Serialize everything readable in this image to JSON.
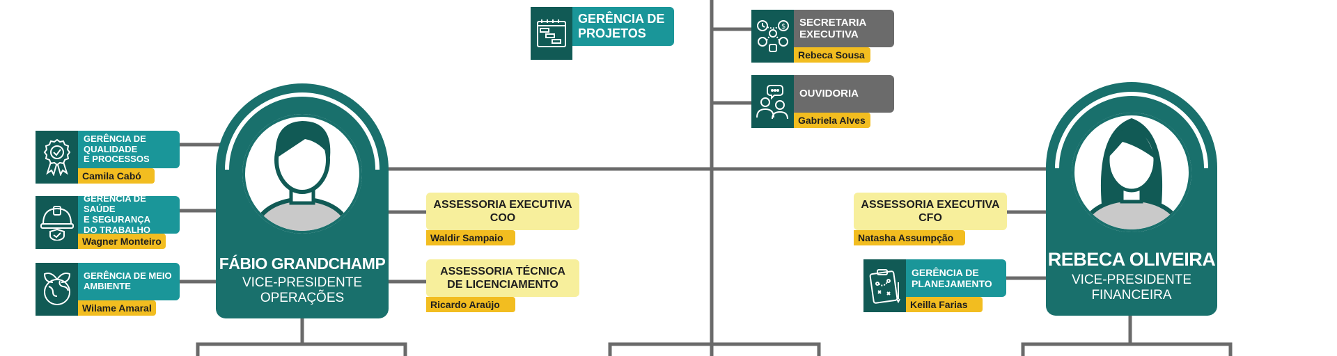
{
  "departments": {
    "projetos": {
      "title": "GERÊNCIA DE\nPROJETOS"
    },
    "secretaria": {
      "title": "SECRETARIA\nEXECUTIVA",
      "person": "Rebeca Sousa"
    },
    "ouvidoria": {
      "title": "OUVIDORIA",
      "person": "Gabriela Alves"
    },
    "qualidade": {
      "title": "GERÊNCIA DE\nQUALIDADE\nE PROCESSOS",
      "person": "Camila Cabó"
    },
    "saude": {
      "title": "GERÊNCIA DE SAÚDE\nE SEGURANÇA\nDO TRABALHO",
      "person": "Wagner Monteiro"
    },
    "meio_ambiente": {
      "title": "GERÊNCIA DE MEIO\nAMBIENTE",
      "person": "Wilame Amaral"
    },
    "planejamento": {
      "title": "GERÊNCIA DE\nPLANEJAMENTO",
      "person": "Keilla Farias"
    }
  },
  "assessorias": {
    "coo_exec": {
      "title": "ASSESSORIA EXECUTIVA\nCOO",
      "person": "Waldir Sampaio"
    },
    "coo_tec": {
      "title": "ASSESSORIA TÉCNICA\nDE LICENCIAMENTO",
      "person": "Ricardo Araújo"
    },
    "cfo_exec": {
      "title": "ASSESSORIA EXECUTIVA\nCFO",
      "person": "Natasha Assumpção"
    }
  },
  "vps": {
    "operacoes": {
      "name": "FÁBIO GRANDCHAMP",
      "role": "VICE-PRESIDENTE\nOPERAÇÕES"
    },
    "financeira": {
      "name": "REBECA OLIVEIRA",
      "role": "VICE-PRESIDENTE\nFINANCEIRA"
    }
  },
  "colors": {
    "teal_dark": "#115a55",
    "teal": "#1a9699",
    "card": "#19706c",
    "gray": "#6b6b6b",
    "yellow": "#f2bd20",
    "light_yellow": "#f7ef9c",
    "line": "#6a6a6a"
  },
  "icons": {
    "projetos": "gantt-chart-icon",
    "secretaria": "executive-workflow-icon",
    "ouvidoria": "conversation-people-icon",
    "qualidade": "quality-award-icon",
    "saude": "safety-helmet-icon",
    "meio_ambiente": "eco-globe-icon",
    "planejamento": "planning-clipboard-icon",
    "vp_operacoes": "male-avatar-icon",
    "vp_financeira": "female-avatar-icon"
  }
}
